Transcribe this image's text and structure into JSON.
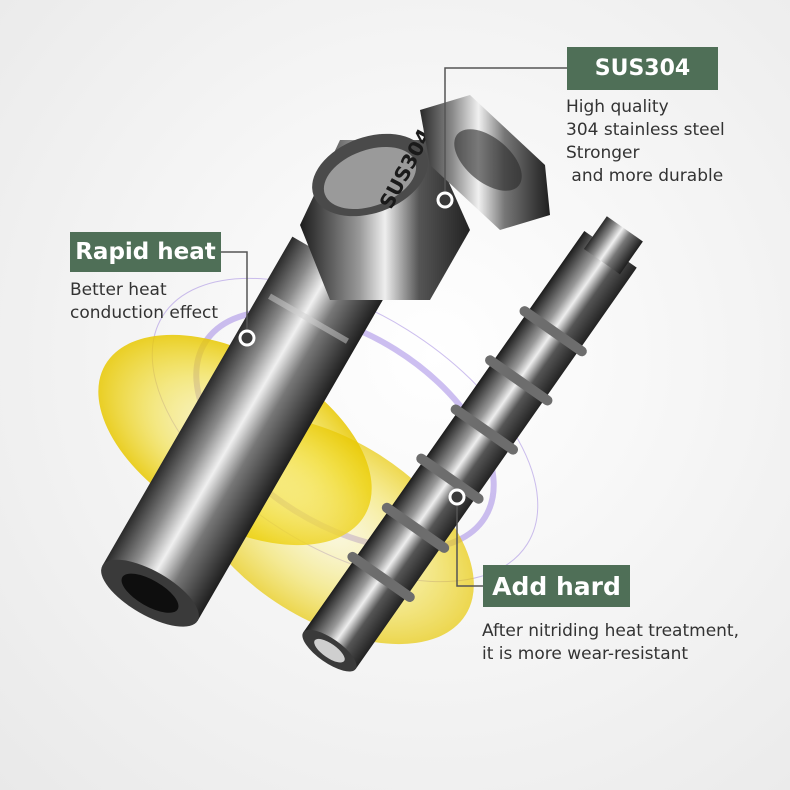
{
  "callouts": {
    "sus304": {
      "title": "SUS304",
      "lines": [
        "High quality",
        "304 stainless steel",
        "Stronger",
        " and more durable"
      ]
    },
    "rapid_heat": {
      "title": "Rapid heat",
      "lines": [
        "Better heat",
        "conduction effect"
      ]
    },
    "add_hard": {
      "title": "Add hard",
      "lines": [
        "After nitriding heat treatment,",
        "it is more wear-resistant"
      ]
    }
  },
  "engraving": "SUS304",
  "colors": {
    "badge": "#4f6f57",
    "heat_ring": "#f2dc22",
    "purple_ring": "#9b7fe0",
    "text": "#333333"
  }
}
